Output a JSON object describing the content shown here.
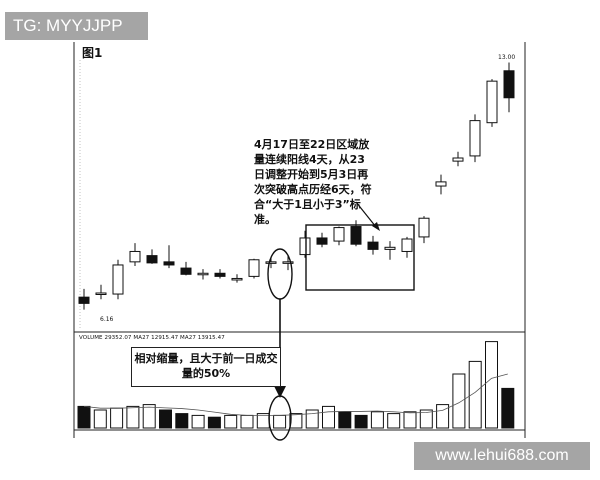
{
  "watermarks": {
    "top_left": "TG: MYYJJPP",
    "bottom_right": "www.lehui688.com"
  },
  "figure_label": "图1",
  "annotations": {
    "top": "4月17日至22日区域放量连续阳线4天，从23日调整开始到5月3日再次突破高点历经6天，符合“大于1且小于3”标准。",
    "bottom": "相对缩量，且大于前一日成交量的50%"
  },
  "chart_data": [
    {
      "type": "candlestick",
      "candles": [
        {
          "o": 6.2,
          "h": 7.0,
          "l": 5.0,
          "c": 5.6,
          "color": "black"
        },
        {
          "o": 6.6,
          "h": 7.4,
          "l": 6.0,
          "c": 6.6,
          "color": "white"
        },
        {
          "o": 6.5,
          "h": 9.8,
          "l": 6.0,
          "c": 9.3,
          "color": "white"
        },
        {
          "o": 9.6,
          "h": 11.4,
          "l": 9.2,
          "c": 10.6,
          "color": "white"
        },
        {
          "o": 10.2,
          "h": 10.8,
          "l": 9.4,
          "c": 9.5,
          "color": "black"
        },
        {
          "o": 9.6,
          "h": 11.2,
          "l": 9.0,
          "c": 9.3,
          "color": "black"
        },
        {
          "o": 9.0,
          "h": 9.6,
          "l": 8.3,
          "c": 8.4,
          "color": "black"
        },
        {
          "o": 8.5,
          "h": 8.9,
          "l": 7.9,
          "c": 8.5,
          "color": "white"
        },
        {
          "o": 8.5,
          "h": 8.9,
          "l": 8.0,
          "c": 8.2,
          "color": "black"
        },
        {
          "o": 8.0,
          "h": 8.4,
          "l": 7.6,
          "c": 8.0,
          "color": "white"
        },
        {
          "o": 8.2,
          "h": 9.9,
          "l": 8.0,
          "c": 9.8,
          "color": "white"
        },
        {
          "o": 9.6,
          "h": 10.0,
          "l": 9.0,
          "c": 9.6,
          "color": "white"
        },
        {
          "o": 9.6,
          "h": 10.2,
          "l": 8.8,
          "c": 9.5,
          "color": "white"
        },
        {
          "o": 10.3,
          "h": 12.6,
          "l": 10.0,
          "c": 11.9,
          "color": "white"
        },
        {
          "o": 11.9,
          "h": 12.4,
          "l": 11.0,
          "c": 11.3,
          "color": "black"
        },
        {
          "o": 11.6,
          "h": 13.0,
          "l": 11.2,
          "c": 12.9,
          "color": "white"
        },
        {
          "o": 13.0,
          "h": 13.6,
          "l": 11.1,
          "c": 11.3,
          "color": "black"
        },
        {
          "o": 11.5,
          "h": 12.1,
          "l": 10.3,
          "c": 10.8,
          "color": "black"
        },
        {
          "o": 11.0,
          "h": 11.6,
          "l": 9.8,
          "c": 10.8,
          "color": "white"
        },
        {
          "o": 10.6,
          "h": 12.0,
          "l": 10.0,
          "c": 11.8,
          "color": "white"
        },
        {
          "o": 12.0,
          "h": 14.0,
          "l": 11.4,
          "c": 13.8,
          "color": "white"
        },
        {
          "o": 16.9,
          "h": 18.0,
          "l": 16.1,
          "c": 17.3,
          "color": "white"
        },
        {
          "o": 19.3,
          "h": 20.2,
          "l": 18.8,
          "c": 19.6,
          "color": "white"
        },
        {
          "o": 19.8,
          "h": 23.8,
          "l": 19.2,
          "c": 23.2,
          "color": "white"
        },
        {
          "o": 23.0,
          "h": 27.2,
          "l": 22.6,
          "c": 27.0,
          "color": "white"
        },
        {
          "o": 28.0,
          "h": 28.8,
          "l": 24.0,
          "c": 25.4,
          "color": "black"
        }
      ],
      "price_labels": {
        "high": "13.00",
        "low": "6.16"
      }
    },
    {
      "type": "bar",
      "header": "VOLUME 29352.07 MA27 12915.47 MA27 13915.47",
      "values": [
        12,
        10,
        11,
        12,
        13,
        10,
        8,
        7,
        6,
        7,
        7,
        8,
        7,
        8,
        10,
        12,
        9,
        7,
        9,
        8,
        9,
        10,
        13,
        30,
        37,
        48,
        22
      ],
      "colors": [
        "black",
        "white",
        "white",
        "white",
        "white",
        "black",
        "black",
        "white",
        "black",
        "white",
        "white",
        "white",
        "white",
        "white",
        "white",
        "white",
        "black",
        "black",
        "white",
        "white",
        "white",
        "white",
        "white",
        "white",
        "white",
        "white",
        "black"
      ]
    }
  ]
}
